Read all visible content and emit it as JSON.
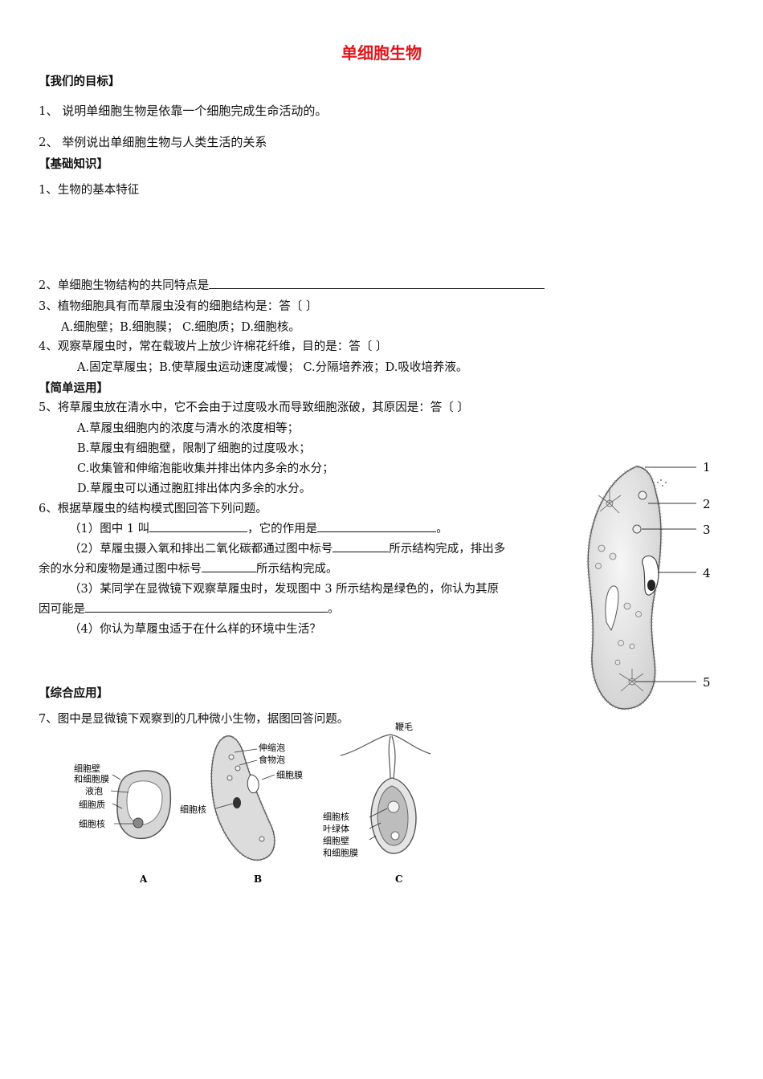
{
  "title": "单细胞生物",
  "sections": {
    "goals": "【我们的目标】",
    "basics": "【基础知识】",
    "simple": "【简单运用】",
    "comprehensive": "【综合应用】"
  },
  "goals": [
    "1、 说明单细胞生物是依靠一个细胞完成生命活动的。",
    "2、 举例说出单细胞生物与人类生活的关系"
  ],
  "basics": {
    "q1": "1、生物的基本特征",
    "q2": "2、单细胞生物结构的共同特点是",
    "q3": "3、植物细胞具有而草履虫没有的细胞结构是：答〔     〕",
    "q3_options": "A.细胞壁；B.细胞膜；   C.细胞质；D.细胞核。",
    "q4": "4、观察草履虫时，常在载玻片上放少许棉花纤维，目的是：答〔     〕",
    "q4_options": "A.固定草履虫；B.使草履虫运动速度减慢；  C.分隔培养液；D.吸收培养液。"
  },
  "simple": {
    "q5": "5、将草履虫放在清水中，它不会由于过度吸水而导致细胞涨破，其原因是：答〔     〕",
    "q5_a": "A.草履虫细胞内的浓度与清水的浓度相等；",
    "q5_b": "B.草履虫有细胞壁，限制了细胞的过度吸水；",
    "q5_c": "C.收集管和伸缩泡能收集并排出体内多余的水分；",
    "q5_d": "D.草履虫可以通过胞肛排出体内多余的水分。",
    "q6": "6、根据草履虫的结构模式图回答下列问题。",
    "q6_1a": "（1）图中 1 叫",
    "q6_1b": "，它的作用是",
    "q6_1c": "。",
    "q6_2a": "（2）草履虫摄入氧和排出二氧化碳都通过图中标号",
    "q6_2b": "所示结构完成，排出多",
    "q6_2c": "余的水分和废物是通过图中标号",
    "q6_2d": "所示结构完成。",
    "q6_3a": "（3）某同学在显微镜下观察草履虫时，发现图中 3 所示结构是绿色的，你认为其原",
    "q6_3b": "因可能是",
    "q6_3c": "。",
    "q6_4": "（4）你认为草履虫适于在什么样的环境中生活？"
  },
  "comprehensive": {
    "q7": "7、图中是显微镜下观察到的几种微小生物，据图回答问题。"
  },
  "paramecium_labels": [
    "1",
    "2",
    "3",
    "4",
    "5"
  ],
  "figure": {
    "a_labels": [
      "细胞壁",
      "和细胞膜",
      "液泡",
      "细胞质",
      "细胞核"
    ],
    "b_labels": [
      "伸缩泡",
      "食物泡",
      "细胞膜",
      "细胞核"
    ],
    "c_labels": [
      "鞭毛",
      "细胞核",
      "叶绿体",
      "细胞壁",
      "和细胞膜"
    ],
    "captions": [
      "A",
      "B",
      "C"
    ]
  }
}
